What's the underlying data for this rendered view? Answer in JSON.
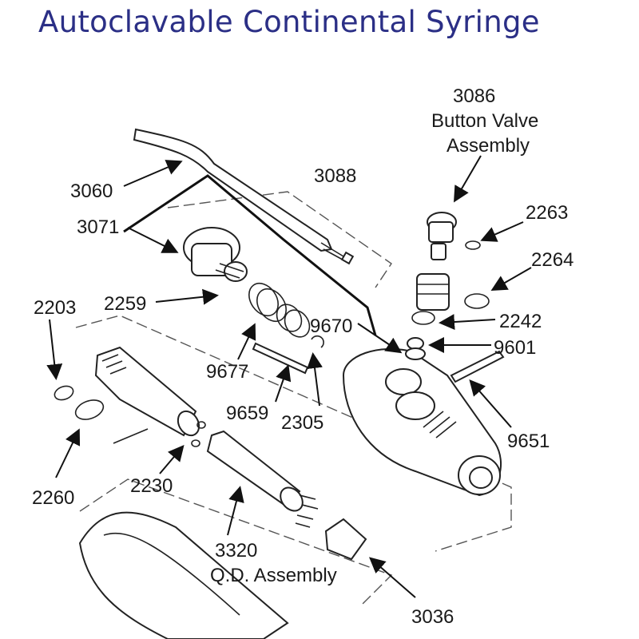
{
  "title": "Autoclavable Continental Syringe",
  "labels": {
    "p3086": "3086",
    "p3086_line2": "Button Valve",
    "p3086_line3": "Assembly",
    "p2263": "2263",
    "p2264": "2264",
    "p2242": "2242",
    "p9601": "9601",
    "p9651": "9651",
    "p3088": "3088",
    "p3060": "3060",
    "p3071": "3071",
    "p2259": "2259",
    "p2203": "2203",
    "p9670": "9670",
    "p9677": "9677",
    "p9659": "9659",
    "p2305": "2305",
    "p2260": "2260",
    "p2230": "2230",
    "p3320": "3320",
    "p3320_line2": "Q.D. Assembly",
    "p3036": "3036"
  }
}
